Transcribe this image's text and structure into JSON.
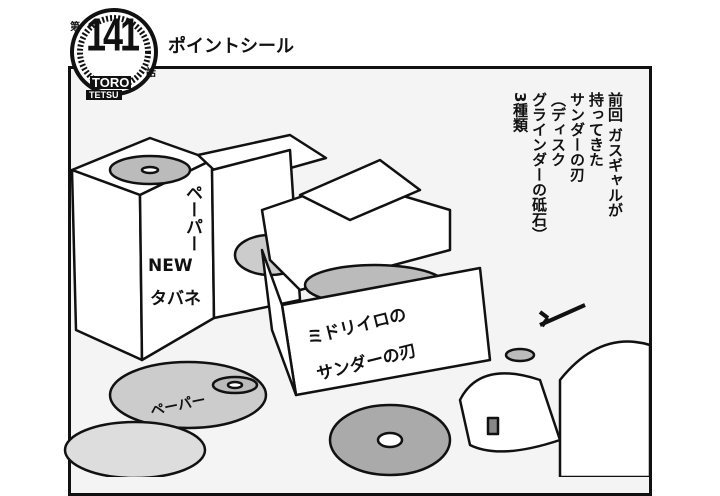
{
  "episode": {
    "prefix": "第",
    "number": "141",
    "suffix": "話",
    "series_line1": "TORO",
    "series_line2": "TETSU"
  },
  "title": "ポイントシール",
  "narration": [
    "前回 ガスギャルが",
    "持ってきた",
    "サンダーの刃",
    "（ディスク",
    "グラインダーの砥石）",
    "3種類"
  ],
  "box_labels": {
    "left_box": [
      "ペーパー",
      "NEW",
      "タバネ"
    ],
    "right_box": [
      "ミドリイロの",
      "サンダーの刃"
    ],
    "disc": "ペーパー"
  }
}
